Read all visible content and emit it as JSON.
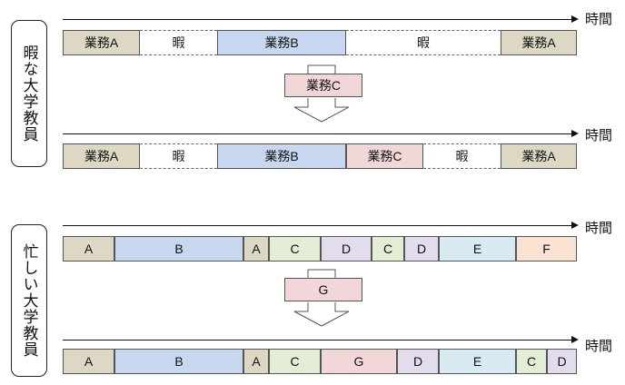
{
  "colors": {
    "gray": "#dcd8c4",
    "blue": "#c6d7ef",
    "pink": "#f2d7d9",
    "green": "#e3edd6",
    "lavender": "#e2dcec",
    "cyan": "#d8ebf2",
    "peach": "#fbe3d4",
    "free": "#ffffff"
  },
  "time_label": "時間",
  "sections": [
    {
      "id": "idle",
      "side_label": "暇な大学教員",
      "before": [
        {
          "label": "業務A",
          "color": "gray",
          "start": 0,
          "end": 85
        },
        {
          "label": "暇",
          "color": "free",
          "start": 85,
          "end": 170
        },
        {
          "label": "業務B",
          "color": "blue",
          "start": 170,
          "end": 312
        },
        {
          "label": "暇",
          "color": "free",
          "start": 312,
          "end": 482
        },
        {
          "label": "業務A",
          "color": "gray",
          "start": 482,
          "end": 566
        }
      ],
      "insert": {
        "label": "業務C",
        "color": "pink"
      },
      "after": [
        {
          "label": "業務A",
          "color": "gray",
          "start": 0,
          "end": 85
        },
        {
          "label": "暇",
          "color": "free",
          "start": 85,
          "end": 170
        },
        {
          "label": "業務B",
          "color": "blue",
          "start": 170,
          "end": 312
        },
        {
          "label": "業務C",
          "color": "pink",
          "start": 312,
          "end": 397
        },
        {
          "label": "暇",
          "color": "free",
          "start": 397,
          "end": 482
        },
        {
          "label": "業務A",
          "color": "gray",
          "start": 482,
          "end": 566
        }
      ]
    },
    {
      "id": "busy",
      "side_label": "忙しい大学教員",
      "before": [
        {
          "label": "A",
          "color": "gray",
          "start": 0,
          "end": 57
        },
        {
          "label": "B",
          "color": "blue",
          "start": 57,
          "end": 199
        },
        {
          "label": "A",
          "color": "gray",
          "start": 199,
          "end": 227
        },
        {
          "label": "C",
          "color": "green",
          "start": 227,
          "end": 284
        },
        {
          "label": "D",
          "color": "lavender",
          "start": 284,
          "end": 340
        },
        {
          "label": "C",
          "color": "green",
          "start": 340,
          "end": 376
        },
        {
          "label": "D",
          "color": "lavender",
          "start": 376,
          "end": 414
        },
        {
          "label": "E",
          "color": "cyan",
          "start": 414,
          "end": 499
        },
        {
          "label": "F",
          "color": "peach",
          "start": 499,
          "end": 566
        }
      ],
      "insert": {
        "label": "G",
        "color": "pink"
      },
      "after": [
        {
          "label": "A",
          "color": "gray",
          "start": 0,
          "end": 57
        },
        {
          "label": "B",
          "color": "blue",
          "start": 57,
          "end": 199
        },
        {
          "label": "A",
          "color": "gray",
          "start": 199,
          "end": 227
        },
        {
          "label": "C",
          "color": "green",
          "start": 227,
          "end": 284
        },
        {
          "label": "G",
          "color": "pink",
          "start": 284,
          "end": 368
        },
        {
          "label": "D",
          "color": "lavender",
          "start": 368,
          "end": 414
        },
        {
          "label": "E",
          "color": "cyan",
          "start": 414,
          "end": 499
        },
        {
          "label": "C",
          "color": "green",
          "start": 499,
          "end": 533
        },
        {
          "label": "D",
          "color": "lavender",
          "start": 533,
          "end": 566
        }
      ]
    }
  ]
}
